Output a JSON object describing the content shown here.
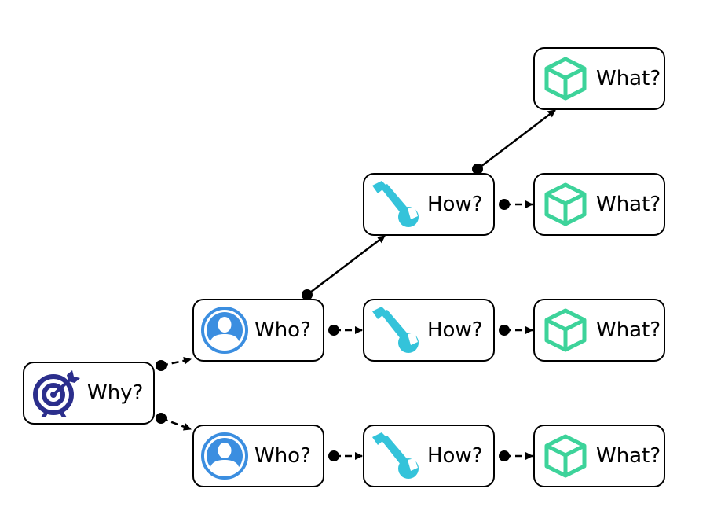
{
  "nodes": {
    "why": {
      "label": "Why?"
    },
    "who1": {
      "label": "Who?"
    },
    "who2": {
      "label": "Who?"
    },
    "how1": {
      "label": "How?"
    },
    "how2": {
      "label": "How?"
    },
    "how3": {
      "label": "How?"
    },
    "what1": {
      "label": "What?"
    },
    "what2": {
      "label": "What?"
    },
    "what3": {
      "label": "What?"
    },
    "what4": {
      "label": "What?"
    }
  },
  "icons": {
    "why": "target-icon",
    "who": "user-icon",
    "how": "wrench-icon",
    "what": "cube-icon"
  },
  "colors": {
    "why_icon": "#2b2e8c",
    "who_icon": "#3b8ee0",
    "how_icon": "#34c3da",
    "what_icon": "#3dd39a",
    "stroke": "#000000"
  },
  "edges": [
    {
      "from": "why",
      "to": "who1",
      "style": "dashed"
    },
    {
      "from": "why",
      "to": "who2",
      "style": "dashed"
    },
    {
      "from": "who1",
      "to": "how1",
      "style": "solid"
    },
    {
      "from": "who1",
      "to": "how2",
      "style": "dashed"
    },
    {
      "from": "who2",
      "to": "how3",
      "style": "dashed"
    },
    {
      "from": "how1",
      "to": "what1",
      "style": "solid"
    },
    {
      "from": "how1",
      "to": "what2",
      "style": "dashed"
    },
    {
      "from": "how2",
      "to": "what3",
      "style": "dashed"
    },
    {
      "from": "how3",
      "to": "what4",
      "style": "dashed"
    }
  ]
}
